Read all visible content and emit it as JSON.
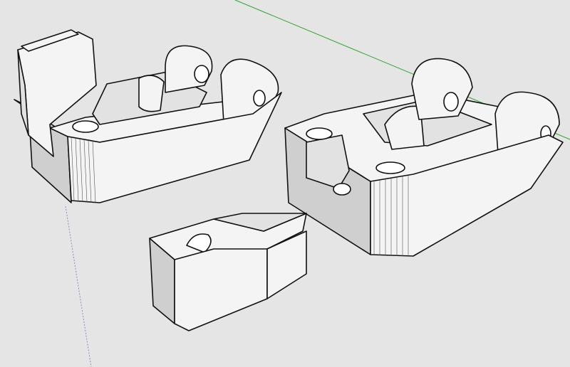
{
  "viewport": {
    "background_color": "#e5e5e5",
    "green_axis_color": "#2aa52a",
    "blue_axis_color": "#8c8cbc",
    "face_color": "#f4f4f4",
    "edge_color": "#111111"
  },
  "models": [
    {
      "id": "left-part"
    },
    {
      "id": "right-part"
    },
    {
      "id": "small-clip"
    }
  ]
}
